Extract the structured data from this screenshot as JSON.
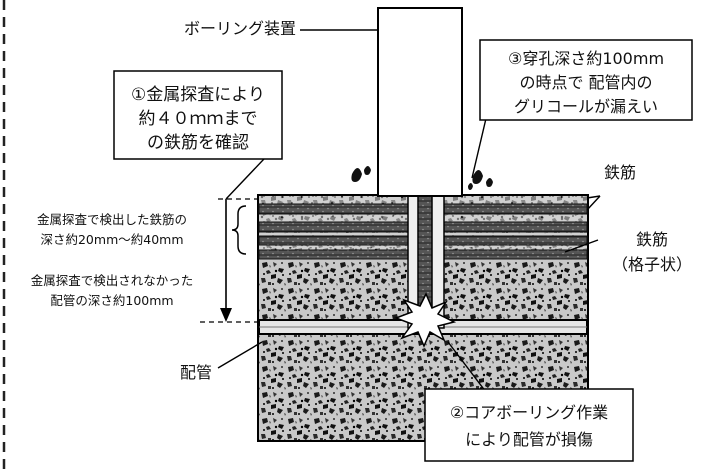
{
  "labels": {
    "boring_device": "ボーリング装置",
    "rebar": "鉄筋",
    "rebar_grid_line1": "鉄筋",
    "rebar_grid_line2": "（格子状）",
    "pipe": "配管",
    "depth_rebar_line1": "金属探査で検出した鉄筋の",
    "depth_rebar_line2": "深さ約20mm～約40mm",
    "depth_pipe_line1": "金属探査で検出されなかった",
    "depth_pipe_line2": "配管の深さ約100mm"
  },
  "callouts": {
    "c1": {
      "line1": "①金属探査により",
      "line2": "約４０ｍｍまで",
      "line3": "の鉄筋を確認"
    },
    "c2": {
      "line1": "②コアボーリング作業",
      "line2": "により配管が損傷"
    },
    "c3": {
      "line1": "③穿孔深さ約100mm",
      "line2": "の時点で 配管内の",
      "line3": "グリコールが漏えい"
    }
  },
  "icons": [
    "coolant-droplet-icon",
    "impact-burst-icon"
  ]
}
